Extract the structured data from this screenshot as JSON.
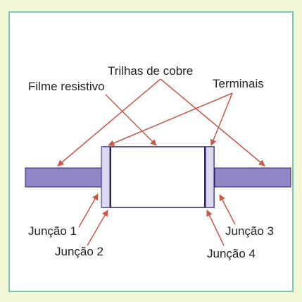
{
  "diagram": {
    "labels": {
      "copper_tracks": "Trilhas de cobre",
      "resistive_film": "Filme resistivo",
      "terminals": "Terminais",
      "junction_1": "Junção 1",
      "junction_2": "Junção 2",
      "junction_3": "Junção 3",
      "junction_4": "Junção 4"
    },
    "colors": {
      "page_background": "#f2f8d6",
      "panel_border": "#7ec6b6",
      "copper_track_fill": "#8f86c6",
      "terminal_fill": "#dcdaf0",
      "outline": "#2a2466",
      "arrow": "#c8584a",
      "text": "#222222"
    }
  }
}
